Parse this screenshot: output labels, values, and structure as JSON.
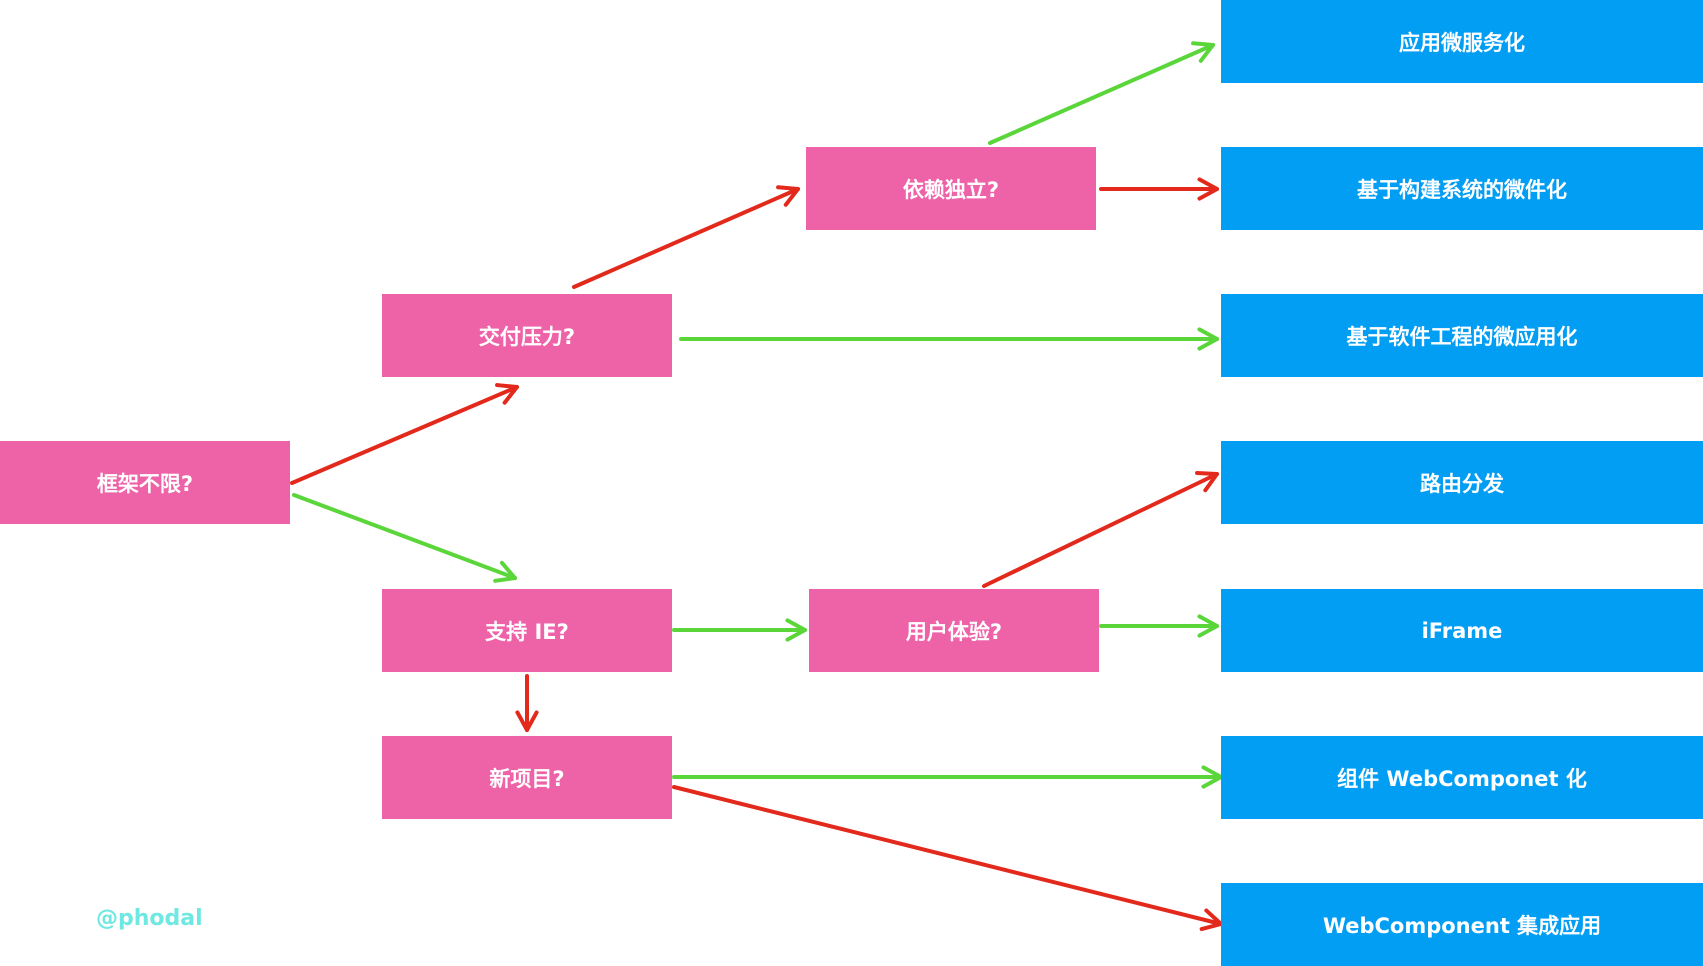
{
  "colors": {
    "question_fill": "#ee63a8",
    "result_fill": "#029ef4",
    "yes_arrow": "#5ad63a",
    "no_arrow": "#e3291c",
    "watermark": "#6fe8e2"
  },
  "questions": {
    "framework": "框架不限?",
    "delivery": "交付压力?",
    "deps": "依赖独立?",
    "ie": "支持 IE?",
    "ux": "用户体验?",
    "new_project": "新项目?"
  },
  "results": {
    "microservice": "应用微服务化",
    "build_system": "基于构建系统的微件化",
    "software_eng": "基于软件工程的微应用化",
    "route": "路由分发",
    "iframe": "iFrame",
    "component": "组件 WebComponet 化",
    "wc_integration": "WebComponent 集成应用"
  },
  "watermark": "@phodal"
}
